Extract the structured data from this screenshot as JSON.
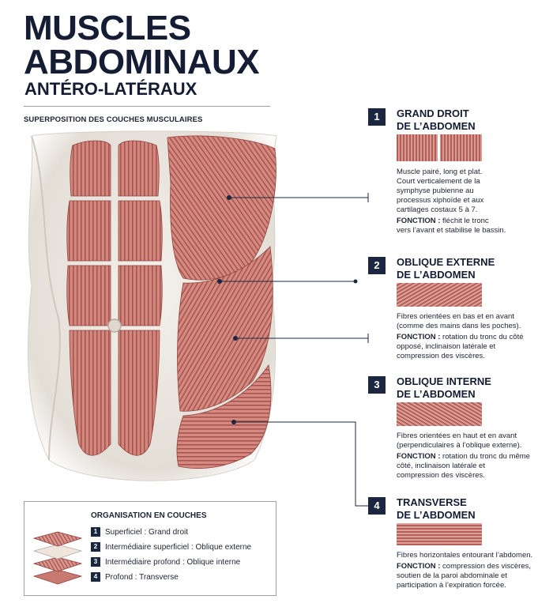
{
  "header": {
    "title_line1": "MUSCLES",
    "title_line2": "ABDOMINAUX",
    "title_line3": "ANTÉRO-LATÉRAUX",
    "subtitle": "SUPERPOSITION DES COUCHES MUSCULAIRES"
  },
  "muscles": [
    {
      "number": "1",
      "title_line1": "GRAND DROIT",
      "title_line2": "DE L’ABDOMEN",
      "description": [
        "Muscle pairé, long et plat.",
        "Court verticalement de la",
        "symphyse pubienne au",
        "processus xiphoïde et aux",
        "cartilages costaux 5 à 7."
      ],
      "function_label": "FONCTION :",
      "function_lines": [
        " fléchit le tronc",
        "vers l’avant et stabilise le bassin."
      ]
    },
    {
      "number": "2",
      "title_line1": "OBLIQUE EXTERNE",
      "title_line2": "DE L’ABDOMEN",
      "description": [
        "Fibres orientées en bas et en avant",
        "(comme des mains dans les poches)."
      ],
      "function_label": "FONCTION :",
      "function_lines": [
        " rotation du tronc du côté",
        "opposé, inclinaison latérale et",
        "compression des viscères."
      ]
    },
    {
      "number": "3",
      "title_line1": "OBLIQUE INTERNE",
      "title_line2": "DE L’ABDOMEN",
      "description": [
        "Fibres orientées en haut et en avant",
        "(perpendiculaires à l’oblique externe)."
      ],
      "function_label": "FONCTION :",
      "function_lines": [
        " rotation du tronc du même",
        "côté, inclinaison latérale et",
        "compression des viscères."
      ]
    },
    {
      "number": "4",
      "title_line1": "TRANSVERSE",
      "title_line2": "DE L’ABDOMEN",
      "description": [
        "Fibres horizontales entourant l’abdomen."
      ],
      "function_label": "FONCTION :",
      "function_lines": [
        " compression des viscères,",
        "soutien de la paroi abdominale et",
        "participation à l’expiration forcée."
      ]
    }
  ],
  "legend": {
    "title": "ORGANISATION EN COUCHES",
    "items": [
      {
        "number": "1",
        "label": "Superficiel : Grand droit"
      },
      {
        "number": "2",
        "label": "Intermédiaire superficiel : Oblique externe"
      },
      {
        "number": "3",
        "label": "Intermédiaire profond : Oblique interne"
      },
      {
        "number": "4",
        "label": "Profond : Transverse"
      }
    ]
  },
  "colors": {
    "navy": "#1b2741",
    "muscle_dark": "#b35f58",
    "muscle_light": "#d99c93",
    "tendon": "#ece8e2"
  }
}
